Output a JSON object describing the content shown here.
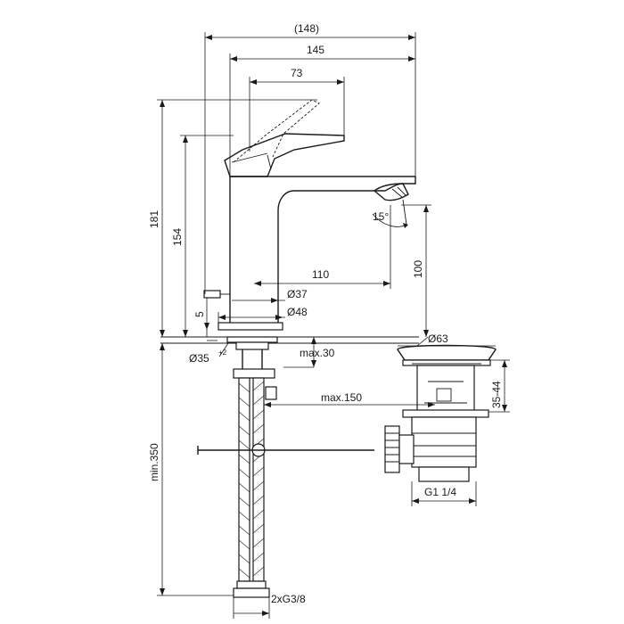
{
  "drawing": {
    "dimensions": {
      "total_reach": "(148)",
      "spout_reach": "145",
      "lever_reach": "73",
      "total_height": "181",
      "lever_height": "154",
      "spout_angle": "15°",
      "spout_height": "100",
      "spout_projection": "110",
      "body_diameter": "Ø37",
      "base_diameter": "Ø48",
      "base_offset": "5",
      "hole_diameter": "Ø35",
      "hole_tolerance_plus": "+2",
      "max_thickness": "max.30",
      "max_distance": "max.150",
      "waste_diameter": "Ø63",
      "waste_range": "35-44",
      "hose_length": "min.350",
      "waste_thread": "G1 1/4",
      "hose_thread": "2xG3/8"
    }
  }
}
